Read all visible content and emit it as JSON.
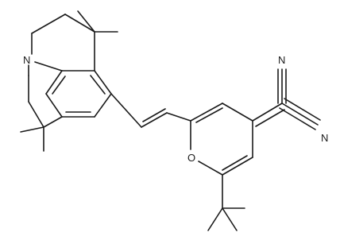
{
  "molecule": {
    "atoms": {
      "nitrogen_amine": "N",
      "oxygen_pyran": "O",
      "nitrile_top": "N",
      "nitrile_bottom": "N"
    },
    "colors": {
      "ink": "#1a1a1a",
      "background": "#ffffff"
    }
  }
}
